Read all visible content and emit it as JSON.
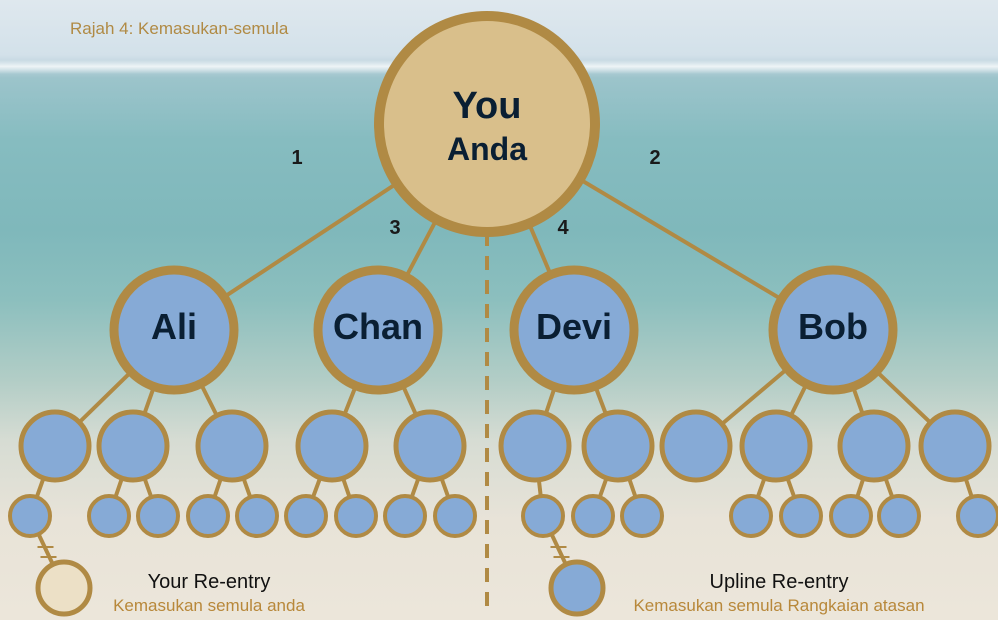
{
  "caption": "Rajah 4: Kemasukan-semula",
  "colors": {
    "edge": "#b08a44",
    "node_fill": "#86aad6",
    "node_stroke": "#b08a44",
    "root_fill": "#d9bf8b",
    "reentry_fill": "#ece0c6",
    "caption": "#b08a44"
  },
  "root": {
    "line1": "You",
    "line2": "Anda"
  },
  "children": [
    {
      "name": "Ali"
    },
    {
      "name": "Chan"
    },
    {
      "name": "Devi"
    },
    {
      "name": "Bob"
    }
  ],
  "edge_labels": [
    "1",
    "3",
    "4",
    "2"
  ],
  "legend": {
    "own_title": "Your Re-entry",
    "own_sub": "Kemasukan semula anda",
    "upline_title": "Upline Re-entry",
    "upline_sub": "Kemasukan semula Rangkaian atasan"
  }
}
